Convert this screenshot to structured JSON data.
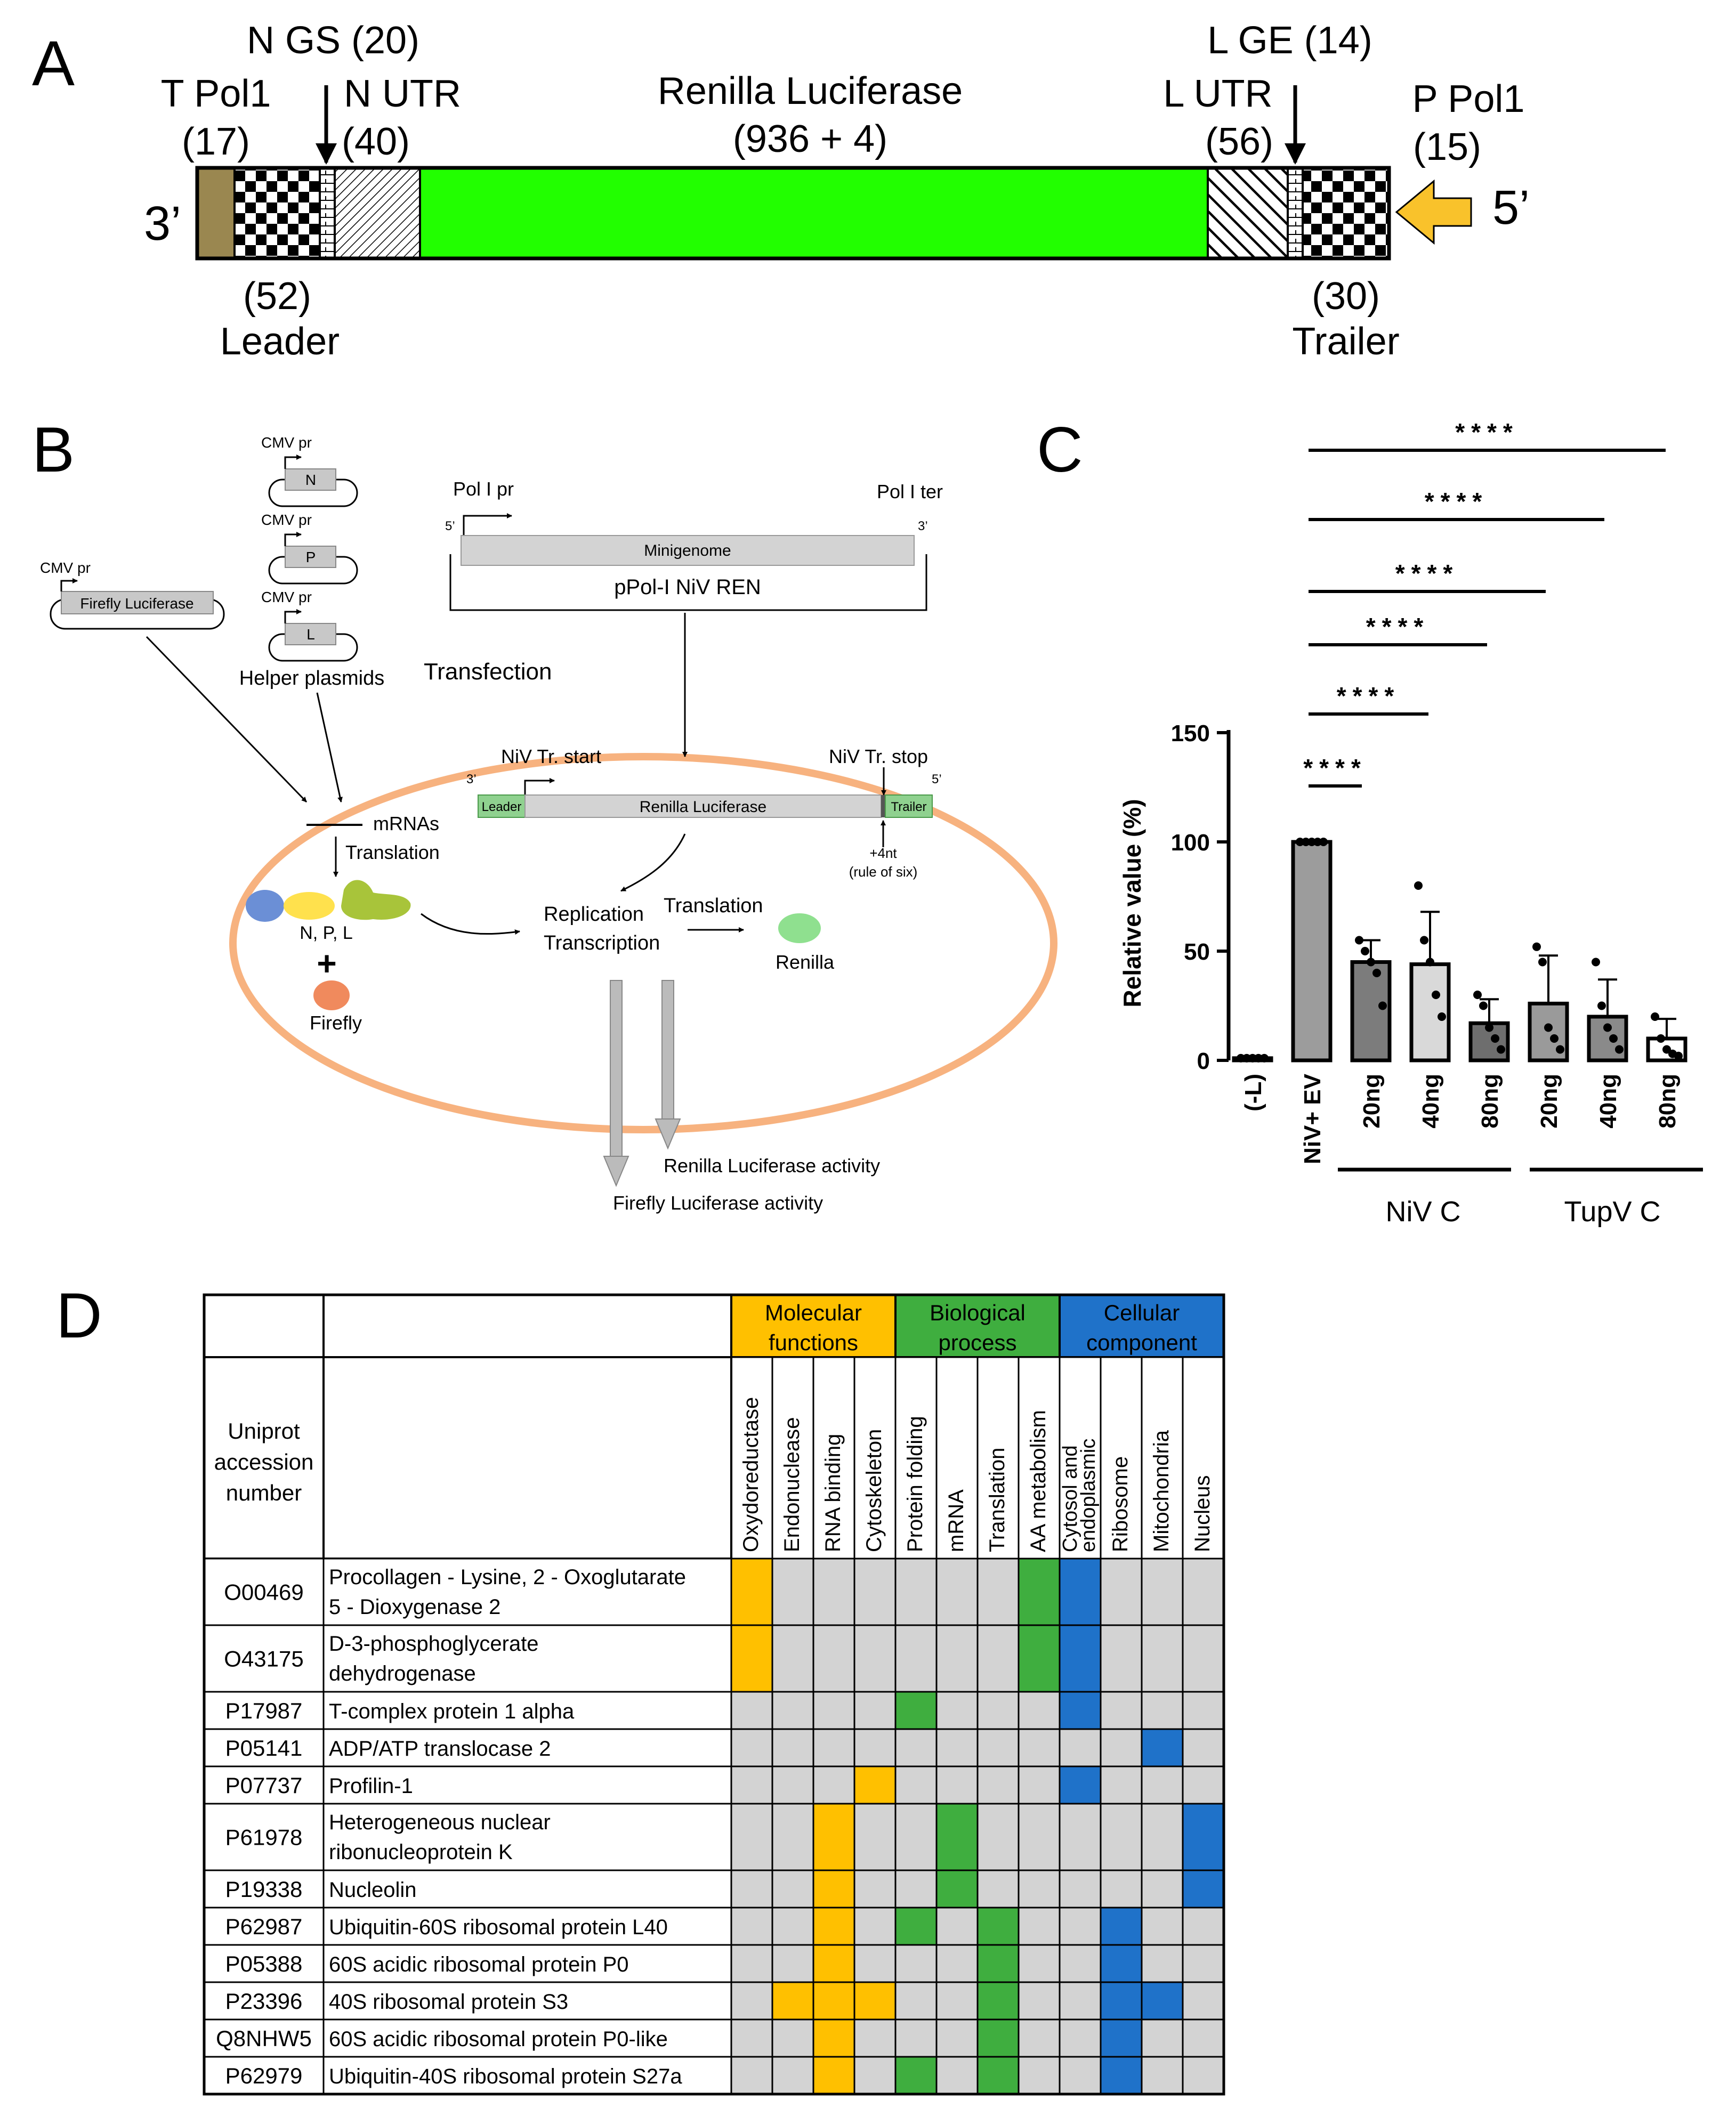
{
  "panelA": {
    "letter": "A",
    "end3": "3’",
    "end5": "5’",
    "tpol1": "T Pol1",
    "tpol1_n": "(17)",
    "ngs": "N GS (20)",
    "nutr": "N UTR",
    "nutr_n": "(40)",
    "renilla": "Renilla Luciferase",
    "renilla_n": "(936 + 4)",
    "lge": "L GE (14)",
    "lutr": "L UTR",
    "lutr_n": "(56)",
    "ppol1": "P Pol1",
    "ppol1_n": "(15)",
    "leader_n": "(52)",
    "leader": "Leader",
    "trailer_n": "(30)",
    "trailer": "Trailer",
    "colors": {
      "tpol": "#9a8750",
      "renilla": "#22ff00",
      "arrow": "#f9c22b"
    }
  },
  "panelB": {
    "letter": "B",
    "cmv_pr": "CMV pr",
    "helper_n": "N",
    "helper_p": "P",
    "helper_l": "L",
    "helper_plasmids": "Helper plasmids",
    "firefly_luc": "Firefly Luciferase",
    "pol1_pr": "Pol I pr",
    "pol1_ter": "Pol I ter",
    "five": "5’",
    "three": "3’",
    "minigenome": "Minigenome",
    "ppol_name": "pPol-I NiV REN",
    "transfection": "Transfection",
    "niv_start": "NiV Tr. start",
    "niv_stop": "NiV Tr. stop",
    "leader": "Leader",
    "renilla_luc": "Renilla Luciferase",
    "trailer": "Trailer",
    "plus4": "+4nt",
    "rule6": "(rule of six)",
    "mrnas": "mRNAs",
    "translation1": "Translation",
    "npl": "N, P, L",
    "plus": "+",
    "firefly": "Firefly",
    "replication": "Replication",
    "transcription": "Transcription",
    "translation2": "Translation",
    "renilla": "Renilla",
    "renilla_activity": "Renilla Luciferase activity",
    "firefly_activity": "Firefly Luciferase activity",
    "colors": {
      "cell": "#f7b27f",
      "green_box": "#8fd18f",
      "blob_n": "#6b8fd6",
      "blob_p": "#ffe14d",
      "blob_l": "#a8c43a",
      "blob_fire": "#f08a5d",
      "blob_ren": "#8fe08f"
    }
  },
  "panelC": {
    "letter": "C",
    "ylabel": "Relative value (%)",
    "group1": "NiV C",
    "group2": "TupV C",
    "sig": "****"
  },
  "chart_data": {
    "type": "bar",
    "categories": [
      "(-L)",
      "NiV+ EV",
      "20ng",
      "40ng",
      "80ng",
      "20ng",
      "40ng",
      "80ng"
    ],
    "values": [
      1,
      100,
      45,
      44,
      17,
      26,
      20,
      10
    ],
    "errors": [
      1,
      0,
      10,
      24,
      11,
      22,
      17,
      9
    ],
    "points": [
      [
        1,
        1,
        1,
        1,
        1
      ],
      [
        100,
        100,
        100,
        100,
        100
      ],
      [
        55,
        50,
        45,
        40,
        25
      ],
      [
        80,
        55,
        45,
        30,
        20
      ],
      [
        30,
        25,
        15,
        10,
        5
      ],
      [
        52,
        45,
        15,
        10,
        5
      ],
      [
        45,
        25,
        15,
        10,
        5
      ],
      [
        20,
        10,
        5,
        3,
        2
      ]
    ],
    "bar_colors": [
      "#ffffff",
      "#9c9c9c",
      "#7c7c7c",
      "#d9d9d9",
      "#6e6e6e",
      "#9a9a9a",
      "#8a8a8a",
      "#ffffff"
    ],
    "ylabel": "Relative value (%)",
    "ylim": [
      0,
      150
    ],
    "yticks": [
      0,
      50,
      100,
      150
    ],
    "groups": [
      {
        "name": "NiV C",
        "categories": [
          2,
          3,
          4
        ]
      },
      {
        "name": "TupV C",
        "categories": [
          5,
          6,
          7
        ]
      }
    ],
    "significance": [
      {
        "from": 1,
        "to": 2,
        "label": "****"
      },
      {
        "from": 1,
        "to": 3,
        "label": "****"
      },
      {
        "from": 1,
        "to": 4,
        "label": "****"
      },
      {
        "from": 1,
        "to": 5,
        "label": "****"
      },
      {
        "from": 1,
        "to": 6,
        "label": "****"
      },
      {
        "from": 1,
        "to": 7,
        "label": "****"
      }
    ]
  },
  "panelD": {
    "letter": "D",
    "header_uniprot": [
      "Uniprot",
      "accession",
      "number"
    ],
    "groups": [
      {
        "label": [
          "Molecular",
          "functions"
        ],
        "color": "#ffc000"
      },
      {
        "label": [
          "Biological",
          "process"
        ],
        "color": "#3fae3f"
      },
      {
        "label": [
          "Cellular",
          "component"
        ],
        "color": "#1f72c9"
      }
    ],
    "columns": [
      "Oxydoreductase",
      "Endonuclease",
      "RNA binding",
      "Cytoskeleton",
      "Protein folding",
      "mRNA",
      "Translation",
      "AA metabolism",
      "Cytosol and endoplasmic",
      "Ribosome",
      "Mitochondria",
      "Nucleus"
    ],
    "rows": [
      {
        "id": "O00469",
        "name": [
          "Procollagen - Lysine, 2 - Oxoglutarate",
          "5 - Dioxygenase 2"
        ],
        "cells": [
          1,
          0,
          0,
          0,
          0,
          0,
          0,
          1,
          1,
          0,
          0,
          0
        ]
      },
      {
        "id": "O43175",
        "name": [
          "D-3-phosphoglycerate",
          "dehydrogenase"
        ],
        "cells": [
          1,
          0,
          0,
          0,
          0,
          0,
          0,
          1,
          1,
          0,
          0,
          0
        ]
      },
      {
        "id": "P17987",
        "name": [
          "T-complex protein 1 alpha"
        ],
        "cells": [
          0,
          0,
          0,
          0,
          1,
          0,
          0,
          0,
          1,
          0,
          0,
          0
        ]
      },
      {
        "id": "P05141",
        "name": [
          "ADP/ATP translocase 2"
        ],
        "cells": [
          0,
          0,
          0,
          0,
          0,
          0,
          0,
          0,
          0,
          0,
          1,
          0
        ]
      },
      {
        "id": "P07737",
        "name": [
          "Profilin-1"
        ],
        "cells": [
          0,
          0,
          0,
          1,
          0,
          0,
          0,
          0,
          1,
          0,
          0,
          0
        ]
      },
      {
        "id": "P61978",
        "name": [
          "Heterogeneous nuclear",
          "ribonucleoprotein K"
        ],
        "cells": [
          0,
          0,
          1,
          0,
          0,
          1,
          0,
          0,
          0,
          0,
          0,
          1
        ]
      },
      {
        "id": "P19338",
        "name": [
          "Nucleolin"
        ],
        "cells": [
          0,
          0,
          1,
          0,
          0,
          1,
          0,
          0,
          0,
          0,
          0,
          1
        ]
      },
      {
        "id": "P62987",
        "name": [
          "Ubiquitin-60S ribosomal protein L40"
        ],
        "cells": [
          0,
          0,
          1,
          0,
          1,
          0,
          1,
          0,
          0,
          1,
          0,
          0
        ]
      },
      {
        "id": "P05388",
        "name": [
          "60S acidic ribosomal protein P0"
        ],
        "cells": [
          0,
          0,
          1,
          0,
          0,
          0,
          1,
          0,
          0,
          1,
          0,
          0
        ]
      },
      {
        "id": "P23396",
        "name": [
          "40S ribosomal protein S3"
        ],
        "cells": [
          0,
          1,
          1,
          1,
          0,
          0,
          1,
          0,
          0,
          1,
          1,
          0
        ]
      },
      {
        "id": "Q8NHW5",
        "name": [
          "60S acidic ribosomal protein P0-like"
        ],
        "cells": [
          0,
          0,
          1,
          0,
          0,
          0,
          1,
          0,
          0,
          1,
          0,
          0
        ]
      },
      {
        "id": "P62979",
        "name": [
          "Ubiquitin-40S ribosomal protein S27a"
        ],
        "cells": [
          0,
          0,
          1,
          0,
          1,
          0,
          1,
          0,
          0,
          1,
          0,
          0
        ]
      }
    ],
    "cell_empty_color": "#d3d3d3"
  }
}
